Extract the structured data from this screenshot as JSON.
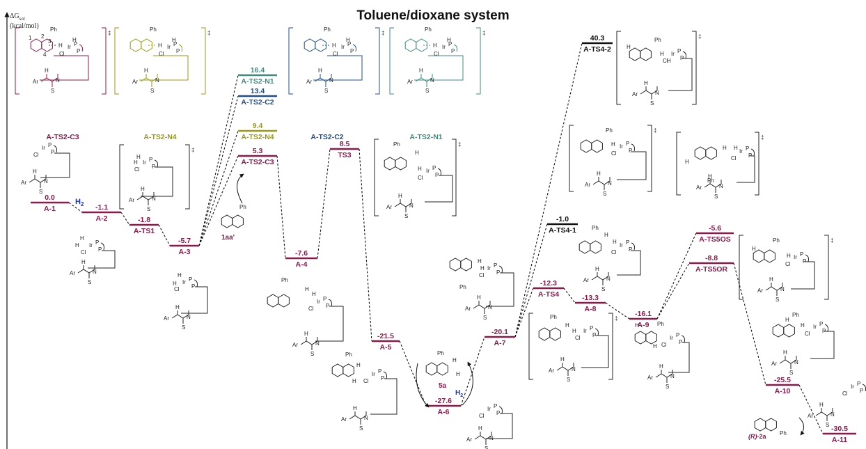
{
  "title": "Toluene/dioxane system",
  "y_axis": {
    "symbol": "ΔG",
    "subscript": "sol",
    "unit": "(kcal/mol)"
  },
  "colors": {
    "main": "#8B1A4A",
    "n1": "#3E8B80",
    "c2": "#1F4E8C",
    "n4": "#9A9A14",
    "black": "#111111",
    "h_blue": "#1530E0"
  },
  "levels": [
    {
      "id": "A-1",
      "value": "0.0",
      "label": "A-1",
      "color": "main"
    },
    {
      "id": "A-2",
      "value": "-1.1",
      "label": "A-2",
      "color": "main"
    },
    {
      "id": "A-TS1",
      "value": "-1.8",
      "label": "A-TS1",
      "color": "main"
    },
    {
      "id": "A-3",
      "value": "-5.7",
      "label": "A-3",
      "color": "main"
    },
    {
      "id": "A-TS2-N1",
      "value": "16.4",
      "label": "A-TS2-N1",
      "color": "n1"
    },
    {
      "id": "A-TS2-C2",
      "value": "13.4",
      "label": "A-TS2-C2",
      "color": "c2"
    },
    {
      "id": "A-TS2-N4",
      "value": "9.4",
      "label": "A-TS2-N4",
      "color": "n4"
    },
    {
      "id": "A-TS2-C3",
      "value": "5.3",
      "label": "A-TS2-C3",
      "color": "main"
    },
    {
      "id": "A-4",
      "value": "-7.6",
      "label": "A-4",
      "color": "main"
    },
    {
      "id": "TS3",
      "value": "8.5",
      "label": "TS3",
      "color": "main"
    },
    {
      "id": "A-5",
      "value": "-21.5",
      "label": "A-5",
      "color": "main"
    },
    {
      "id": "A-6",
      "value": "-27.6",
      "label": "A-6",
      "color": "main"
    },
    {
      "id": "A-7",
      "value": "-20.1",
      "label": "A-7",
      "color": "main"
    },
    {
      "id": "A-TS4-2",
      "value": "40.3",
      "label": "A-TS4-2",
      "color": "black"
    },
    {
      "id": "A-TS4-1",
      "value": "-1.0",
      "label": "A-TS4-1",
      "color": "black"
    },
    {
      "id": "A-TS4",
      "value": "-12.3",
      "label": "A-TS4",
      "color": "main"
    },
    {
      "id": "A-8",
      "value": "-13.3",
      "label": "A-8",
      "color": "main"
    },
    {
      "id": "A-9",
      "value": "-16.1",
      "label": "A-9",
      "color": "main"
    },
    {
      "id": "A-TS5OS",
      "value": "-5.6",
      "label": "A-TS5OS",
      "color": "main"
    },
    {
      "id": "A-TS5OR",
      "value": "-8.8",
      "label": "A-TS5OR",
      "color": "main"
    },
    {
      "id": "A-10",
      "value": "-25.5",
      "label": "A-10",
      "color": "main"
    },
    {
      "id": "A-11",
      "value": "-30.5",
      "label": "A-11",
      "color": "main"
    }
  ],
  "structure_labels": [
    {
      "id": "sl-ts2-c3",
      "text": "A-TS2-C3",
      "color": "main"
    },
    {
      "id": "sl-ts2-n4",
      "text": "A-TS2-N4",
      "color": "n4"
    },
    {
      "id": "sl-ts2-c2",
      "text": "A-TS2-C2",
      "color": "c2"
    },
    {
      "id": "sl-ts2-n1",
      "text": "A-TS2-N1",
      "color": "n1"
    }
  ],
  "annotations": {
    "h2": "H",
    "h2_sub": "2",
    "substrate": "1aa'",
    "intermediate": "5a",
    "product_r": "(R)",
    "product_id": "-2a"
  },
  "mol_text": {
    "ph": "Ph",
    "ar": "Ar",
    "h": "H",
    "n": "N",
    "s": "S",
    "ir": "Ir",
    "p": "P",
    "cl": "Cl",
    "dagger": "‡",
    "num1": "1",
    "num2": "2",
    "num3": "3",
    "num4": "4"
  }
}
